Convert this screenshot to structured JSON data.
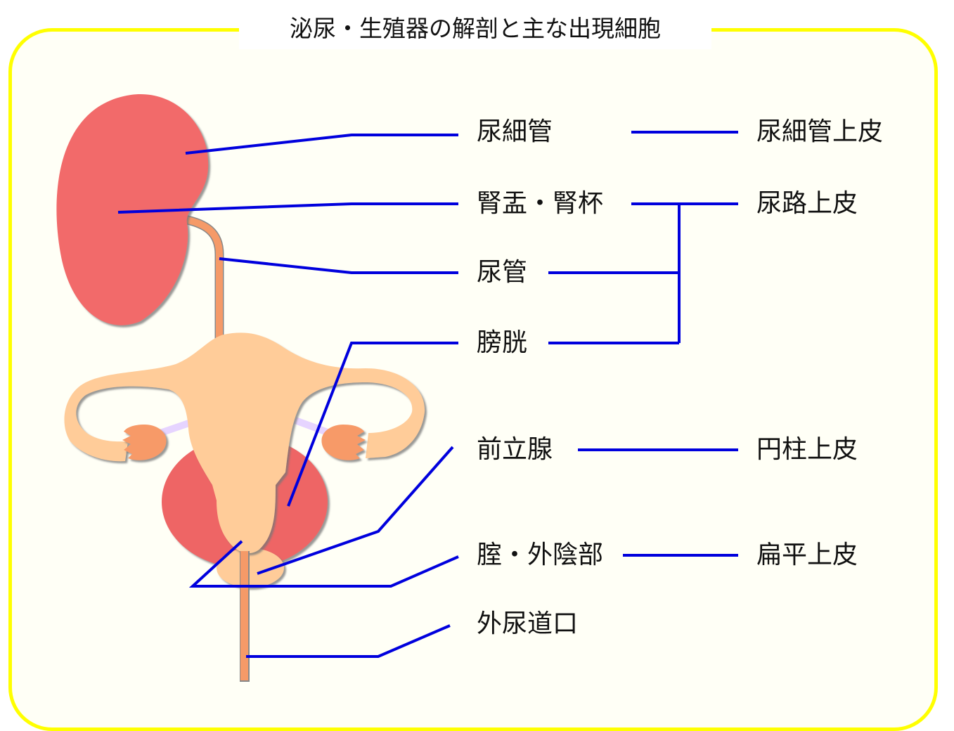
{
  "title": "泌尿・生殖器の解剖と主な出現細胞",
  "colors": {
    "frame": "#ffff00",
    "leader_line": "#0000dd",
    "kidney": "#f26a6a",
    "bladder": "#ee6565",
    "uterus": "#ffcc99",
    "ureter": "#f59a68",
    "ovary": "#f79a68",
    "ligament": "#e6d4ff"
  },
  "organs": {
    "renal_tubule": "尿細管",
    "renal_pelvis_calyx": "腎盂・腎杯",
    "ureter": "尿管",
    "bladder": "膀胱",
    "prostate": "前立腺",
    "vagina_vulva": "腟・外陰部",
    "urethral_orifice": "外尿道口"
  },
  "epithelia": {
    "tubular": "尿細管上皮",
    "urothelium": "尿路上皮",
    "columnar": "円柱上皮",
    "squamous": "扁平上皮"
  }
}
